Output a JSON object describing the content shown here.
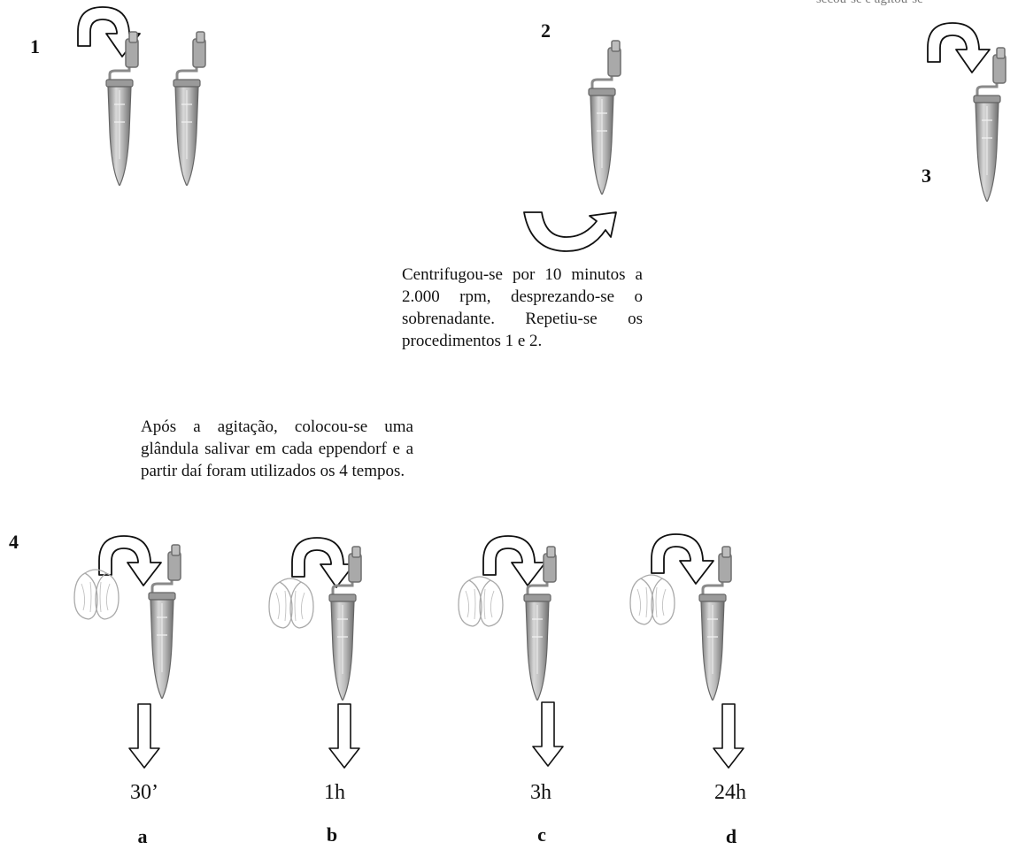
{
  "header": {
    "cut_text": "secou-se e agitou-se"
  },
  "steps": {
    "s1": "1",
    "s2": "2",
    "s3": "3",
    "s4": "4"
  },
  "descriptions": {
    "centrifuge": "Centrifugou-se por 10 minutos a 2.000 rpm, desprezando-se o sobrenadante. Repetiu-se os procedimentos 1 e 2.",
    "agitation": "Após a agitação, colocou-se uma glândula salivar em cada eppendorf e a partir daí foram utilizados os 4 tempos."
  },
  "times": [
    {
      "time": "30’",
      "letter": "a"
    },
    {
      "time": "1h",
      "letter": "b"
    },
    {
      "time": "3h",
      "letter": "c"
    },
    {
      "time": "24h",
      "letter": "d"
    }
  ]
}
